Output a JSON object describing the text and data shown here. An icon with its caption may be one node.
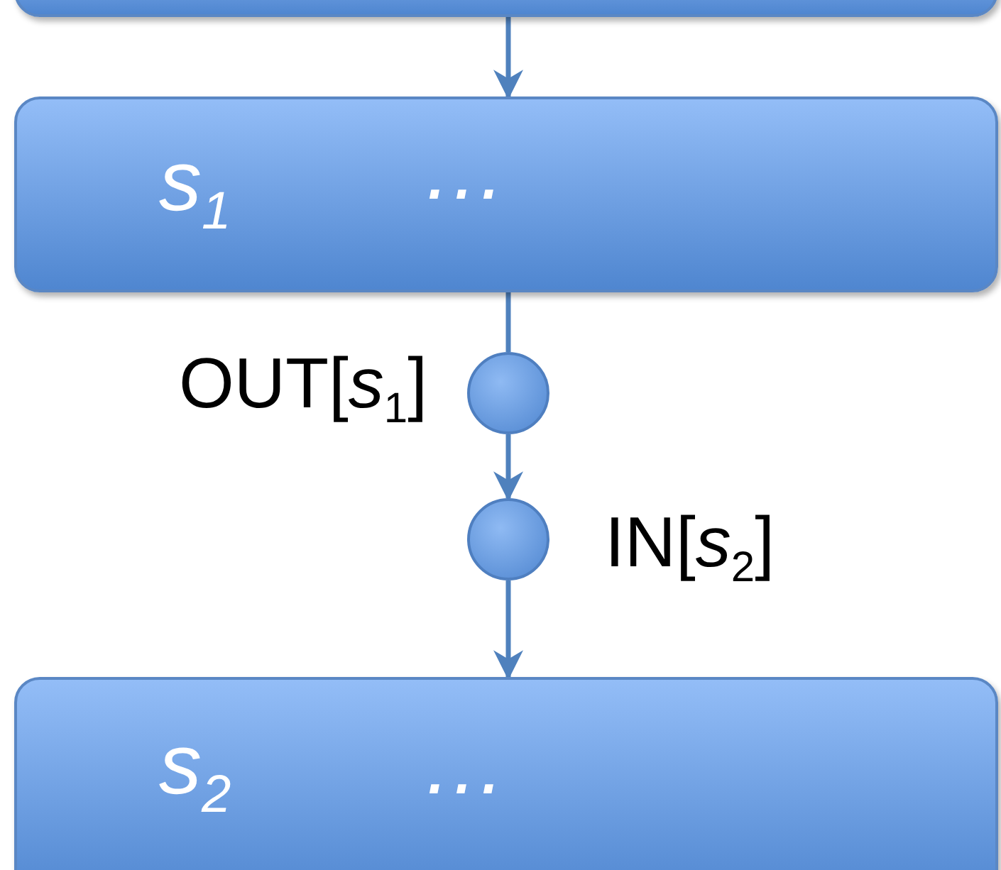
{
  "diagram": {
    "nodes": [
      {
        "text": [],
        "shape": "box"
      },
      {
        "text": [
          "s$_{1}$",
          "…"
        ]
      },
      {
        "text": [],
        "shape": "circle",
        "beside": [
          "OUT[*s*$_{1}$]"
        ]
      },
      {
        "text": [],
        "shape": "circle",
        "beside": [
          "IN[*s*$_{2}$]"
        ]
      },
      {
        "text": [
          "s$_{2}$",
          "…"
        ]
      }
    ],
    "edges": [
      {
        "from": 0,
        "to": 1,
        "arrow": "to"
      },
      {
        "from": 1,
        "to": 2,
        "arrow": "none"
      },
      {
        "from": 2,
        "to": 3,
        "arrow": "to"
      },
      {
        "from": 3,
        "to": 4,
        "arrow": "to"
      }
    ]
  }
}
